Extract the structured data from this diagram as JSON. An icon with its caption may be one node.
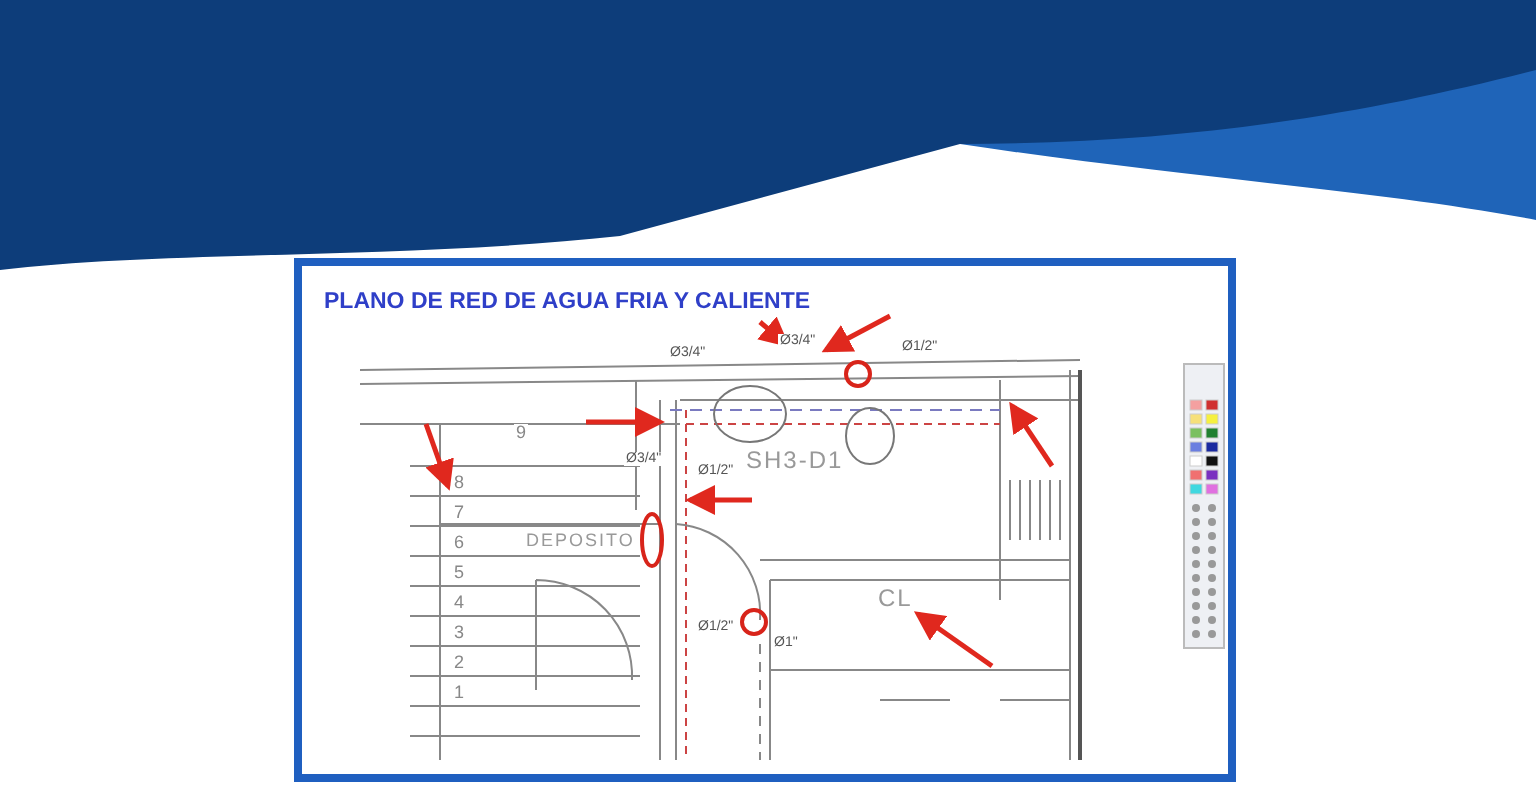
{
  "diagram": {
    "title": "PLANO DE RED DE AGUA FRIA Y CALIENTE",
    "labels": [
      "Ø3/4\"",
      "Ø3/4\"",
      "Ø1/2\"",
      "9",
      "Ø3/4\"",
      "Ø1/2\"",
      "SH3-D1",
      "8",
      "7",
      "6",
      "5",
      "DEPOSITO",
      "4",
      "Ø1/2\"",
      "Ø1\"",
      "3",
      "2",
      "1",
      "CL"
    ]
  }
}
